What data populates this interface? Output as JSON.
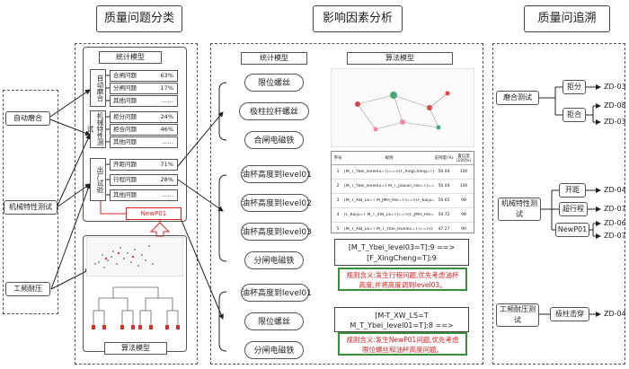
{
  "headers": {
    "classification": "质量问题分类",
    "factors": "影响因素分析",
    "trace": "质量问追溯"
  },
  "inputs": [
    "自动磨合",
    "机械特性测试",
    "工频耐压"
  ],
  "classification": {
    "stat_model": "统计模型",
    "algo_model": "算法模型",
    "groups": [
      {
        "label": "自动磨合",
        "items": [
          {
            "name": "合闸问题",
            "value": "63%"
          },
          {
            "name": "分闸问题",
            "value": "17%"
          },
          {
            "name": "其他问题",
            "value": "……"
          }
        ]
      },
      {
        "label": "机械特性测试",
        "items": [
          {
            "name": "拒分问题",
            "value": "24%"
          },
          {
            "name": "拒合问题",
            "value": "46%"
          },
          {
            "name": "其他问题",
            "value": "……"
          }
        ]
      },
      {
        "label": "出厂试验",
        "items": [
          {
            "name": "开距问题",
            "value": "71%"
          },
          {
            "name": "行程问题",
            "value": "28%"
          },
          {
            "name": "其他问题",
            "value": "……"
          }
        ]
      }
    ],
    "new_label": "NewP01"
  },
  "factors": {
    "stat_model": "统计模型",
    "algo_model": "算法模型",
    "group1": [
      "限位螺丝",
      "极柱拉杆螺丝",
      "合闸电磁铁"
    ],
    "group2": [
      "油杯高度到level01",
      "油杯高度到level02",
      "油杯高度到level03",
      "分闸电磁铁"
    ],
    "group3": [
      "油杯高度到level01",
      "限位螺丝",
      "分闸电磁铁"
    ],
    "table_headers": [
      "序号",
      "规则",
      "支持度(%)",
      "置信度(100%)"
    ],
    "table_rows": [
      [
        "1",
        "[M_T_Ybei_level03=T]==>[F_XingCheng=T]",
        "56.04",
        "100"
      ],
      [
        "2",
        "[M_T_Ybei_level03=T M_T_Jiaxian_Hei=T]==>[F_XingCheng=T]",
        "56.04",
        "100"
      ],
      [
        "3",
        "[M_T_XW_LS=T M_JMH_Hei=T]==>[F_Kaiju=T]",
        "56.65",
        "98"
      ],
      [
        "4",
        "[F_Kaiju=T M_T_XW_LS=T]==>[F_JMH_Hei=T]",
        "56.72",
        "98"
      ],
      [
        "5",
        "[M_T_XW_LS=T M_T_Ybei_level01=T]==>[F_NewP01=T]",
        "47.27",
        "90"
      ]
    ],
    "rule1": "[M_T_Ybei_level03=T]:9 ==> [F_XingCheng=T]:9",
    "note1": "规则含义:发生行程问题,优先考虑油杯高度,并将高度调到level03。",
    "rule2": "[M-T_XW_LS=T M_T_Ybei_level01=T]:8 ==> [F_NewP01=T]:8",
    "note2": "规则含义:发生NewP01问题,优先考虑限位螺丝和油杯高度问题。"
  },
  "trace": {
    "items": [
      {
        "label": "磨合测试",
        "branches": [
          {
            "name": "拒分",
            "codes": [
              "ZD-03"
            ]
          },
          {
            "name": "拒合",
            "codes": [
              "ZD-08",
              "ZD-03"
            ]
          }
        ]
      },
      {
        "label": "机械特性测试",
        "branches": [
          {
            "name": "开距",
            "codes": [
              "ZD-04"
            ]
          },
          {
            "name": "超行程",
            "codes": [
              "ZD-07"
            ]
          },
          {
            "name": "NewP01",
            "codes": [
              "ZD-06",
              "ZD-07"
            ]
          }
        ]
      },
      {
        "label": "工频耐压测试",
        "branches": [
          {
            "name": "极柱击穿",
            "codes": [
              "ZD-04"
            ]
          }
        ]
      }
    ]
  }
}
